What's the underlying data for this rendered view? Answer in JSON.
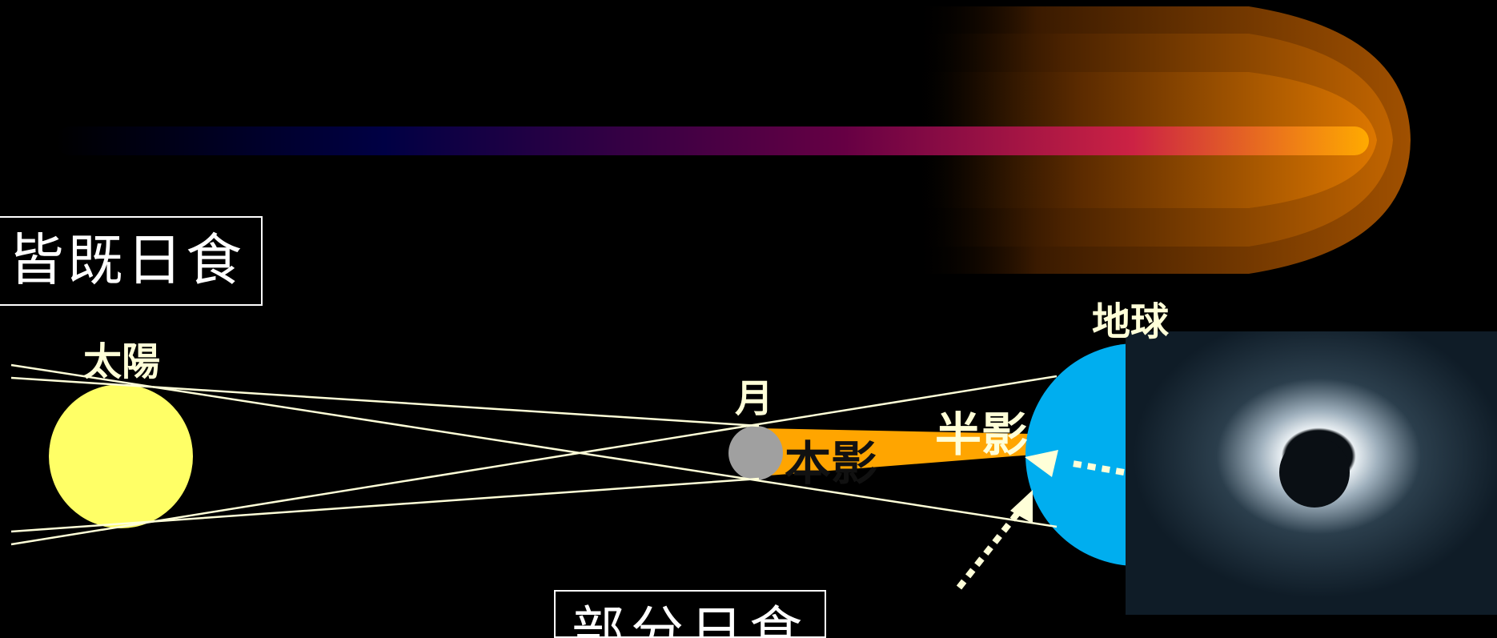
{
  "title": "皆既日食",
  "bottom_box_text": "部分日食",
  "labels": {
    "sun": "太陽",
    "moon": "月",
    "earth": "地球",
    "penumbra": "半影",
    "umbra": "本影"
  },
  "colors": {
    "background": "#000000",
    "sun": "#FFFF66",
    "moon": "#A0A0A0",
    "earth": "#00AEEF",
    "umbra": "#FFA500",
    "lines": "#FFFFD8",
    "label_text": "#FFFFD8",
    "corona_bg": "#0E1B25",
    "banner_start": "#000033",
    "banner_mid": "#990044",
    "banner_end": "#FFA500"
  },
  "icons": {
    "arrow_to_earth_umbra": "dotted-arrow-icon",
    "arrow_to_earth_bottom": "dotted-arrow-icon"
  }
}
